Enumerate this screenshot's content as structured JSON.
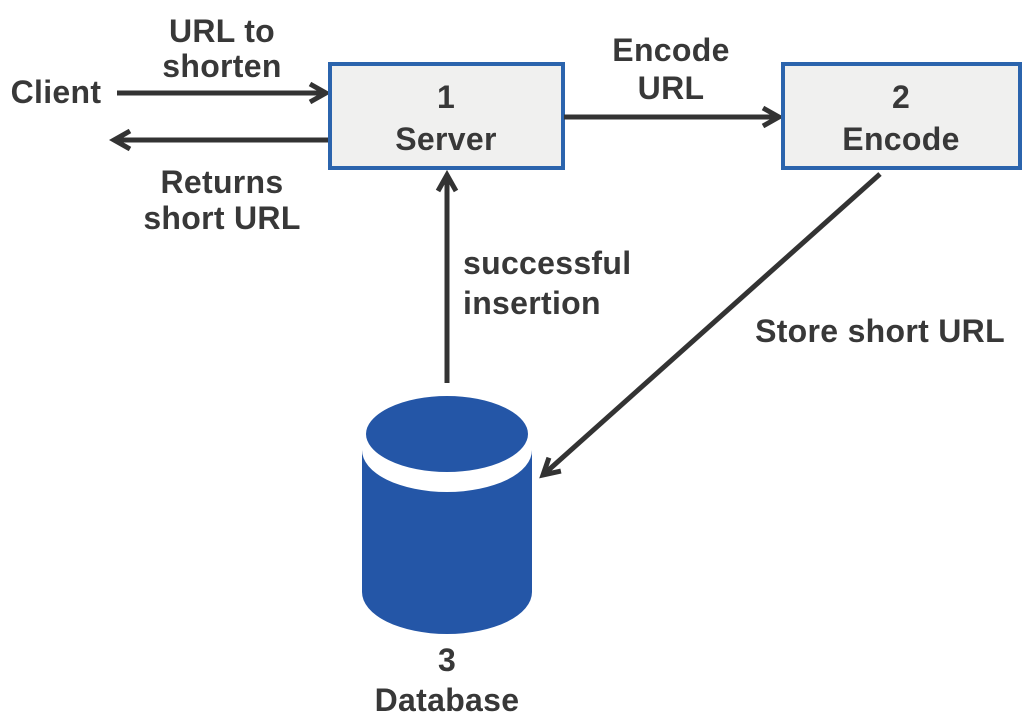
{
  "background": "#ffffff",
  "palette": {
    "text": "#383838",
    "arrow": "#333333",
    "node_border": "#2b64ad",
    "node_fill": "#f0f0ef",
    "database_blue": "#2456a7"
  },
  "nodes": {
    "client": {
      "label": "Client"
    },
    "server": {
      "number": "1",
      "label": "Server"
    },
    "encode": {
      "number": "2",
      "label": "Encode"
    },
    "database": {
      "number": "3",
      "label": "Database"
    }
  },
  "edges": {
    "client_to_server": {
      "label_line1": "URL to",
      "label_line2": "shorten"
    },
    "server_to_client": {
      "label_line1": "Returns",
      "label_line2": "short URL"
    },
    "server_to_encode": {
      "label_line1": "Encode",
      "label_line2": "URL"
    },
    "database_to_server": {
      "label_line1": "successful",
      "label_line2": "insertion"
    },
    "encode_to_database": {
      "label": "Store short URL"
    }
  }
}
